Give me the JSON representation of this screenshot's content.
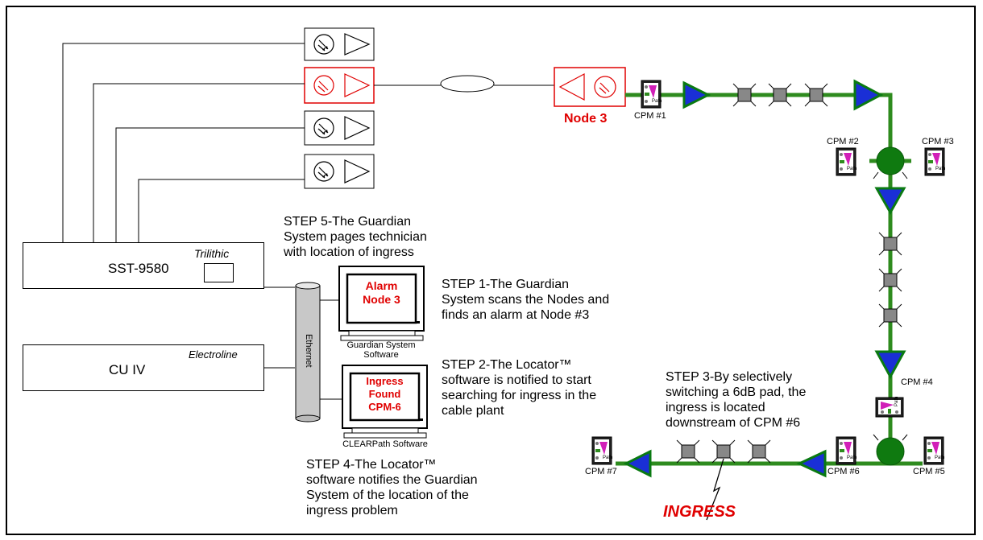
{
  "devices": {
    "sst": {
      "name": "SST-9580",
      "brand": "Trilithic"
    },
    "cu": {
      "name": "CU IV",
      "brand": "Electroline"
    },
    "bus_label": "Ethernet"
  },
  "monitors": {
    "guardian": {
      "screen": "Alarm\nNode 3",
      "caption": "Guardian System\nSoftware"
    },
    "clearpath": {
      "screen": "Ingress\nFound\nCPM-6",
      "caption": "CLEARPath Software"
    }
  },
  "node_label": "Node 3",
  "steps": {
    "step1": "STEP 1-The Guardian\nSystem scans the Nodes and\nfinds an alarm at Node #3",
    "step2": "STEP 2-The Locator™\nsoftware is notified to start\nsearching for ingress in the\ncable plant",
    "step3": "STEP 3-By selectively\nswitching a 6dB pad, the\ningress is located\ndownstream of CPM #6",
    "step4": "STEP 4-The Locator™\nsoftware notifies the Guardian\nSystem of the location of the\ningress problem",
    "step5": "STEP 5-The Guardian\nSystem pages technician\nwith location of ingress"
  },
  "cpm_labels": {
    "cpm1": "CPM #1",
    "cpm2": "CPM #2",
    "cpm3": "CPM #3",
    "cpm4": "CPM #4",
    "cpm5": "CPM #5",
    "cpm6": "CPM #6",
    "cpm7": "CPM #7"
  },
  "ingress_label": "INGRESS",
  "colors": {
    "highlight": "#e00000",
    "cable": "#2e8b1e",
    "amplifier": "#1a2fd6",
    "node": "#0f7a10"
  }
}
